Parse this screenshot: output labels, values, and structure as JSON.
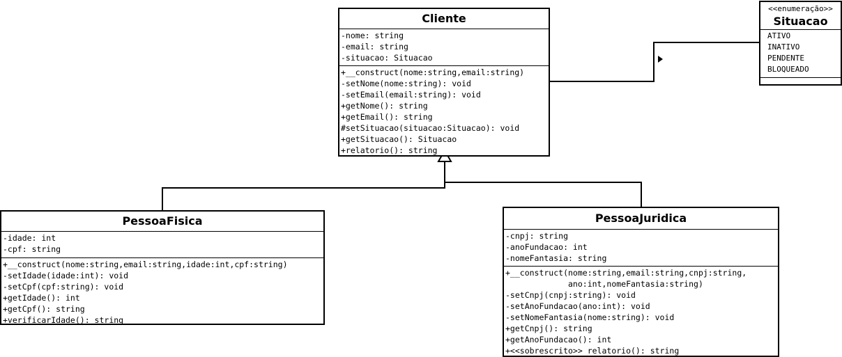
{
  "classes": {
    "cliente": {
      "name": "Cliente",
      "attributes": [
        "-nome: string",
        "-email: string",
        "-situacao: Situacao"
      ],
      "methods": [
        "+__construct(nome:string,email:string)",
        "-setNome(nome:string): void",
        "-setEmail(email:string): void",
        "+getNome(): string",
        "+getEmail(): string",
        "#setSituacao(situacao:Situacao): void",
        "+getSituacao(): Situacao",
        "+relatorio(): string"
      ]
    },
    "situacao": {
      "stereotype": "<<enumeração>>",
      "name": "Situacao",
      "values": [
        "ATIVO",
        "INATIVO",
        "PENDENTE",
        "BLOQUEADO"
      ]
    },
    "pessoaFisica": {
      "name": "PessoaFisica",
      "attributes": [
        "-idade: int",
        "-cpf: string"
      ],
      "methods": [
        "+__construct(nome:string,email:string,idade:int,cpf:string)",
        "-setIdade(idade:int): void",
        "-setCpf(cpf:string): void",
        "+getIdade(): int",
        "+getCpf(): string",
        "+verificarIdade(): string"
      ]
    },
    "pessoaJuridica": {
      "name": "PessoaJuridica",
      "attributes": [
        "-cnpj: string",
        "-anoFundacao: int",
        "-nomeFantasia: string"
      ],
      "methods": [
        "+__construct(nome:string,email:string,cnpj:string,",
        "             ano:int,nomeFantasia:string)",
        "-setCnpj(cnpj:string): void",
        "-setAnoFundacao(ano:int): void",
        "-setNomeFantasia(nome:string): void",
        "+getCnpj(): string",
        "+getAnoFundacao(): int",
        "+<<sobrescrito>> relatorio(): string"
      ]
    }
  }
}
